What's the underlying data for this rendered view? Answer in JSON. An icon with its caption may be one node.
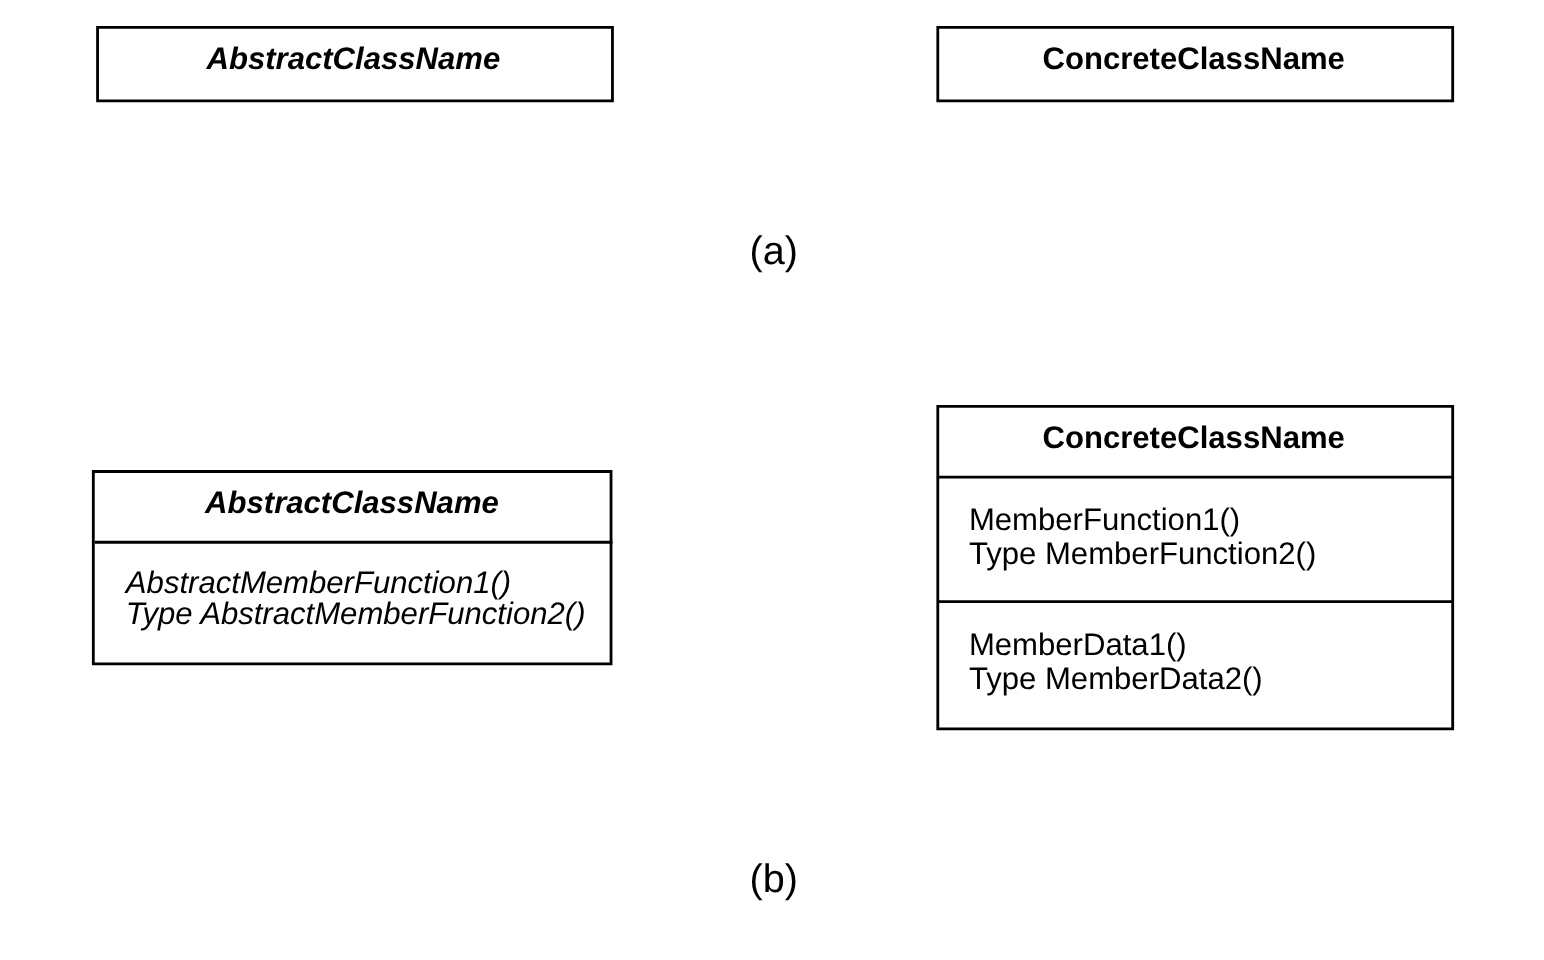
{
  "diagram": {
    "nodes": [
      {
        "text": [
          "AbstractClassName"
        ]
      },
      {
        "text": [
          "ConcreteClassName"
        ]
      },
      {
        "text": [
          "AbstractClassName",
          "AbstractMemberFunction1() Type AbstractMemberFunction2()"
        ]
      },
      {
        "text": [
          "ConcreteClassName",
          "MemberFunction1() Type MemberFunction2()",
          "MemberData1() Type MemberData2()"
        ]
      }
    ],
    "edges": [],
    "labels": [
      "(a)",
      "(b)"
    ]
  }
}
